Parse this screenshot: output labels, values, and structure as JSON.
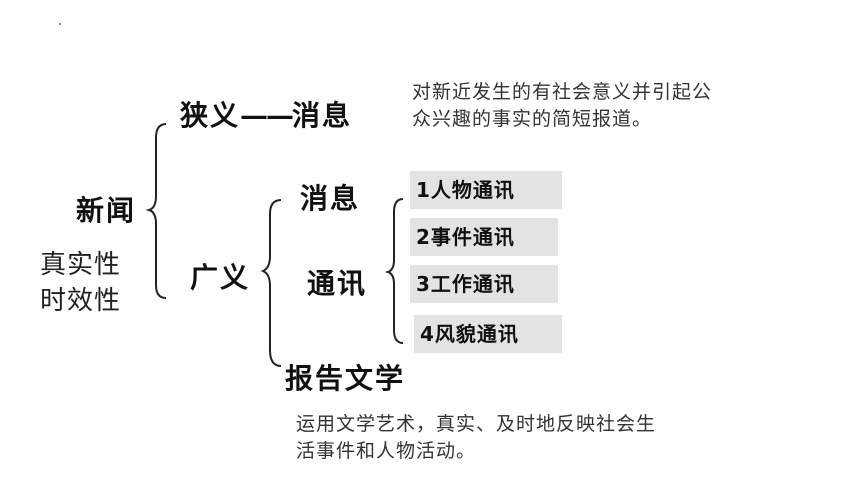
{
  "root": {
    "label": "新闻"
  },
  "properties": [
    "真实性",
    "时效性"
  ],
  "narrow": {
    "label": "狭义",
    "dash": "——",
    "target": "消息",
    "definition_line1": "对新近发生的有社会意义并引起公",
    "definition_line2": "众兴趣的事实的简短报道。"
  },
  "broad": {
    "label": "广义",
    "items": [
      {
        "label": "消息"
      },
      {
        "label": "通讯"
      },
      {
        "label": "报告文学"
      }
    ]
  },
  "tongxun_types": [
    "1人物通讯",
    "2事件通讯",
    "3工作通讯",
    "4风貌通讯"
  ],
  "report_definition": {
    "line1": "运用文学艺术，真实、及时地反映社会生",
    "line2": "活事件和人物活动。"
  }
}
